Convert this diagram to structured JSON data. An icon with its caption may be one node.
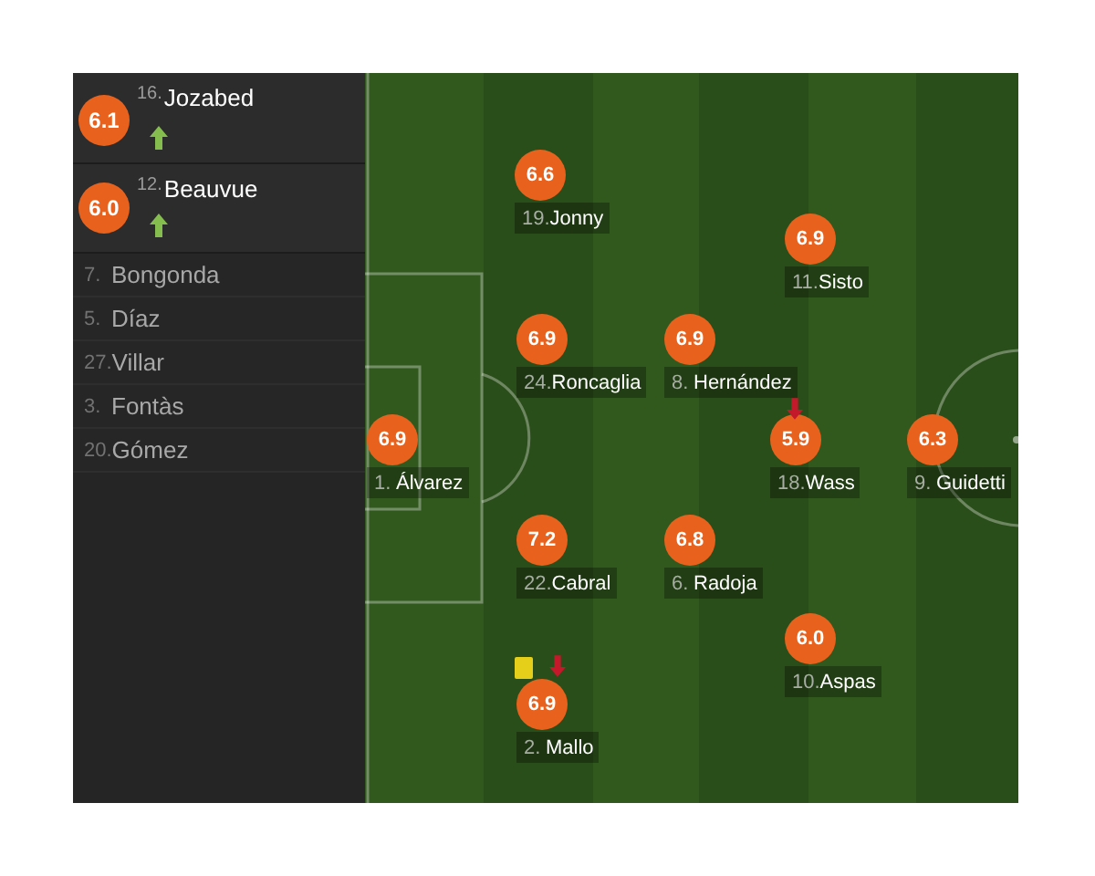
{
  "diagram": {
    "nodes": [
      {
        "text": [
          "16.",
          "Jozabed"
        ]
      },
      {
        "text": [
          "6.1"
        ],
        "in": 0
      },
      {
        "text": [
          "12.",
          "Beauvue"
        ]
      },
      {
        "text": [
          "6.0"
        ],
        "in": 2
      },
      {
        "text": [
          "7.",
          "Bongonda"
        ]
      },
      {
        "text": [
          "5.",
          "Díaz"
        ]
      },
      {
        "text": [
          "27.",
          "Villar"
        ]
      },
      {
        "text": [
          "3.",
          "Fontàs"
        ]
      },
      {
        "text": [
          "20.",
          "Gómez"
        ]
      },
      {
        "text": [
          "6.6"
        ]
      },
      {
        "text": [
          "19.",
          "Jonny"
        ]
      },
      {
        "text": [
          "6.9"
        ]
      },
      {
        "text": [
          "11.",
          "Sisto"
        ]
      },
      {
        "text": [
          "6.9"
        ]
      },
      {
        "text": [
          "24.",
          "Roncaglia"
        ]
      },
      {
        "text": [
          "6.9"
        ]
      },
      {
        "text": [
          "8.",
          "Hernández"
        ]
      },
      {
        "text": [
          "6.9"
        ]
      },
      {
        "text": [
          "1.",
          "Álvarez"
        ]
      },
      {
        "text": [
          "5.9"
        ]
      },
      {
        "text": [
          "18.",
          "Wass"
        ]
      },
      {
        "text": [
          "6.3"
        ]
      },
      {
        "text": [
          "9.",
          "Guidetti"
        ]
      },
      {
        "text": [
          "7.2"
        ]
      },
      {
        "text": [
          "22.",
          "Cabral"
        ]
      },
      {
        "text": [
          "6.8"
        ]
      },
      {
        "text": [
          "6.",
          "Radoja"
        ]
      },
      {
        "text": [
          "6.0"
        ]
      },
      {
        "text": [
          "10.",
          "Aspas"
        ]
      },
      {
        "text": [
          "6.9"
        ]
      },
      {
        "text": [
          "2.",
          "Mallo"
        ]
      }
    ]
  }
}
